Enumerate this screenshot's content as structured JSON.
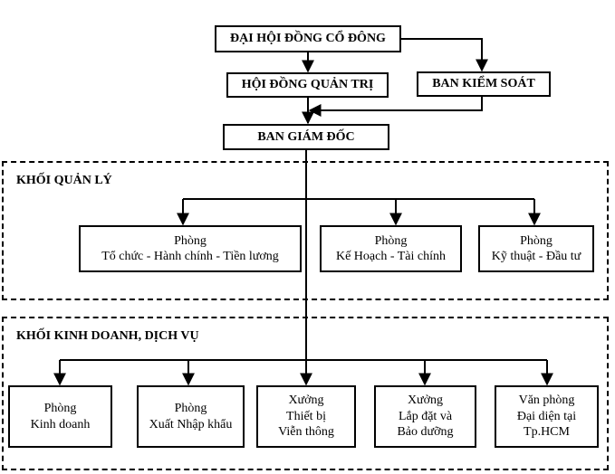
{
  "top": {
    "shareholders": "ĐẠI HỘI ĐỒNG CỔ ĐÔNG",
    "board": "HỘI ĐỒNG QUẢN TRỊ",
    "supervisory": "BAN KIỂM SOÁT",
    "directors": "BAN  GIÁM ĐỐC"
  },
  "management": {
    "label": "KHỐI QUẢN LÝ",
    "units": [
      {
        "line1": "Phòng",
        "line2": "Tổ chức - Hành chính - Tiền lương"
      },
      {
        "line1": "Phòng",
        "line2": "Kế Hoạch - Tài chính"
      },
      {
        "line1": "Phòng",
        "line2": "Kỹ thuật - Đầu tư"
      }
    ]
  },
  "business": {
    "label": "KHỐI KINH DOANH, DỊCH VỤ",
    "units": [
      {
        "line1": "Phòng",
        "line2": "Kinh doanh",
        "line3": ""
      },
      {
        "line1": "Phòng",
        "line2": "Xuất Nhập khẩu",
        "line3": ""
      },
      {
        "line1": "Xưởng",
        "line2": "Thiết bị",
        "line3": "Viễn thông"
      },
      {
        "line1": "Xưởng",
        "line2": "Lắp đặt và",
        "line3": "Bảo dưỡng"
      },
      {
        "line1": "Văn phòng",
        "line2": "Đại diện tại",
        "line3": "Tp.HCM"
      }
    ]
  }
}
